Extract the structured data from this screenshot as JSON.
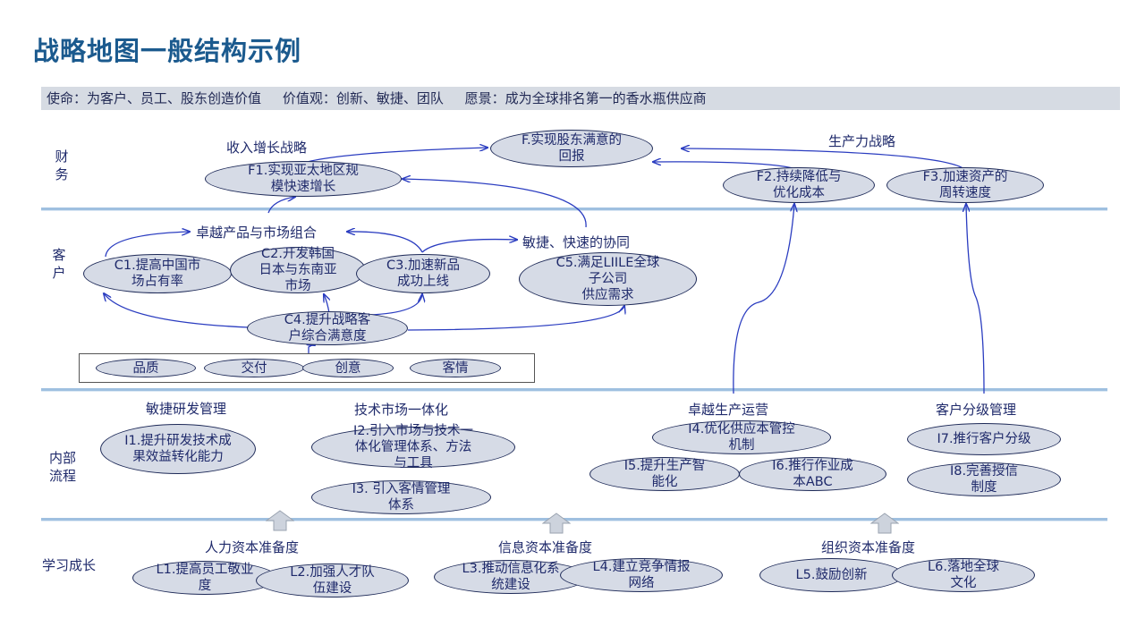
{
  "title": "战略地图一般结构示例",
  "mission": "使命：为客户、员工、股东创造价值     价值观：创新、敏捷、团队     愿景：成为全球排名第一的香水瓶供应商",
  "rows": {
    "finance": "财\n务",
    "customer": "客\n户",
    "process": "内部\n流程",
    "learning": "学习成长"
  },
  "themes": {
    "revenue": "收入增长战略",
    "productivity": "生产力战略",
    "product_market": "卓越产品与市场组合",
    "agile_sync": "敏捷、快速的协同",
    "agile_rd": "敏捷研发管理",
    "tech_market": "技术市场一体化",
    "ops": "卓越生产运营",
    "tiering": "客户分级管理",
    "hr": "人力资本准备度",
    "info": "信息资本准备度",
    "org": "组织资本准备度"
  },
  "objectives": {
    "F": "F.实现股东满意的\n回报",
    "F1": "F1.实现亚太地区规\n模快速增长",
    "F2": "F2.持续降低与\n优化成本",
    "F3": "F3.加速资产的\n周转速度",
    "C1": "C1.提高中国市\n场占有率",
    "C2": "C2.开发韩国\n日本与东南亚\n市场",
    "C3": "C3.加速新品\n成功上线",
    "C4": "C4.提升战略客\n户综合满意度",
    "C5": "C5.满足LIILE全球\n子公司\n供应需求",
    "Q1": "品质",
    "Q2": "交付",
    "Q3": "创意",
    "Q4": "客情",
    "I1": "I1.提升研发技术成\n果效益转化能力",
    "I2": "I2.引入市场与技术一\n体化管理体系、方法\n与工具",
    "I3": "I3. 引入客情管理\n体系",
    "I4": "I4.优化供应本管控\n机制",
    "I5": "I5.提升生产智\n能化",
    "I6": "I6.推行作业成\n本ABC",
    "I7": "I7.推行客户分级",
    "I8": "I8.完善授信\n制度",
    "L1": "L1.提高员工敬业\n度",
    "L2": "L2.加强人才队\n伍建设",
    "L3": "L3.推动信息化系\n统建设",
    "L4": "L4.建立竞争情报\n网络",
    "L5": "L5.鼓励创新",
    "L6": "L6.落地全球\n文化"
  },
  "colors": {
    "title": "#1b5a8e",
    "oval_fill": "#d6dbe6",
    "oval_border": "#1e2a58",
    "arrow": "#2a3cc0",
    "divider": "#9fc0e0",
    "banner": "#d6dbe3"
  }
}
